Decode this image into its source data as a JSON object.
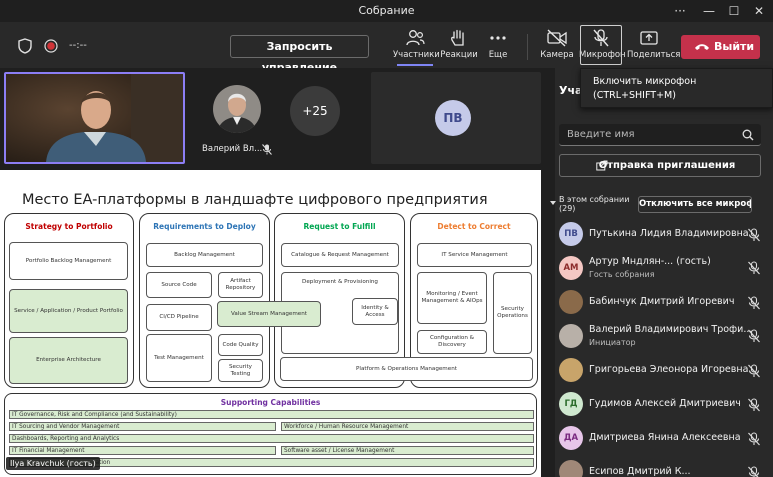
{
  "window": {
    "title": "Собрание"
  },
  "toolbar": {
    "timer": "--:--",
    "request_control": "Запросить управление",
    "participants": "Участники",
    "reactions": "Реакции",
    "more": "Еще",
    "camera": "Камера",
    "microphone": "Микрофон",
    "share": "Поделиться",
    "leave": "Выйти"
  },
  "tooltip": {
    "line1": "Включить микрофон",
    "line2": "(CTRL+SHIFT+M)"
  },
  "strip": {
    "person_name": "Валерий Вл...",
    "more_count": "+25",
    "pv_initials": "ПВ"
  },
  "slide": {
    "title": "Место EA-платформы в ландшафте цифрового предприятия",
    "columns": [
      {
        "title": "Strategy to Portfolio",
        "color": "#c00000"
      },
      {
        "title": "Requirements to Deploy",
        "color": "#2e75b6"
      },
      {
        "title": "Request to Fulfill",
        "color": "#00a651"
      },
      {
        "title": "Detect to Correct",
        "color": "#ed7d31"
      }
    ],
    "blocks": {
      "portfolio_backlog": "Portfolio Backlog Management",
      "service_portfolio": "Service / Application / Product Portfolio",
      "enterprise_arch": "Enterprise Architecture",
      "backlog": "Backlog Management",
      "source_code": "Source Code",
      "artifact_repo": "Artifact Repository",
      "cicd": "CI/CD Pipeline",
      "value_stream": "Value Stream Management",
      "test_mgmt": "Test Management",
      "code_quality": "Code Quality",
      "security_testing": "Security Testing",
      "catalogue": "Catalogue & Request Management",
      "deployment": "Deployment & Provisioning",
      "identity": "Identity & Access",
      "platform_ops": "Platform & Operations Management",
      "it_service": "IT Service Management",
      "monitoring": "Monitoring / Event Management & AIOps",
      "security_ops": "Security Operations",
      "config": "Configuration & Discovery"
    },
    "supporting": {
      "title": "Supporting Capabilities",
      "bars": [
        "IT Governance, Risk and Compliance (and Sustainability)",
        "IT Sourcing and Vendor Management",
        "Workforce / Human Resource Management",
        "Dashboards, Reporting and Analytics",
        "IT Financial Management",
        "Software asset / License Management",
        "...ation"
      ]
    },
    "presenter_tag": "Ilya Kravchuk (гость)"
  },
  "panel": {
    "title": "Учас",
    "search_placeholder": "Введите имя",
    "invite": "Отправка приглашения",
    "in_meeting": "В этом собрании",
    "count": "(29)",
    "mute_all": "Отключить все микроф...",
    "participants": [
      {
        "initials": "ПВ",
        "name": "Путькина Лидия Владимировна",
        "role": "",
        "color": "#c5cae9",
        "fg": "#3f4a8c"
      },
      {
        "initials": "АМ",
        "name": "Артур Мндлян-...  (гость)",
        "role": "Гость собрания",
        "color": "#f4c7c3",
        "fg": "#8c2b2b"
      },
      {
        "initials": "",
        "name": "Бабинчук Дмитрий Игоревич",
        "role": "",
        "color": "#8a6a4a",
        "fg": "#fff"
      },
      {
        "initials": "",
        "name": "Валерий Владимирович Трофи...",
        "role": "Инициатор",
        "color": "#b8b0a8",
        "fg": "#fff"
      },
      {
        "initials": "",
        "name": "Григорьева Элеонора Игоревна",
        "role": "",
        "color": "#c8a46a",
        "fg": "#fff"
      },
      {
        "initials": "ГД",
        "name": "Гудимов Алексей Дмитриевич",
        "role": "",
        "color": "#cfe8cf",
        "fg": "#2b6b2b"
      },
      {
        "initials": "ДА",
        "name": "Дмитриева Янина Алексеевна",
        "role": "",
        "color": "#e7c6e9",
        "fg": "#7a2b80"
      },
      {
        "initials": "",
        "name": "Есипов Дмитрий К...",
        "role": "",
        "color": "#a08878",
        "fg": "#fff"
      }
    ]
  }
}
